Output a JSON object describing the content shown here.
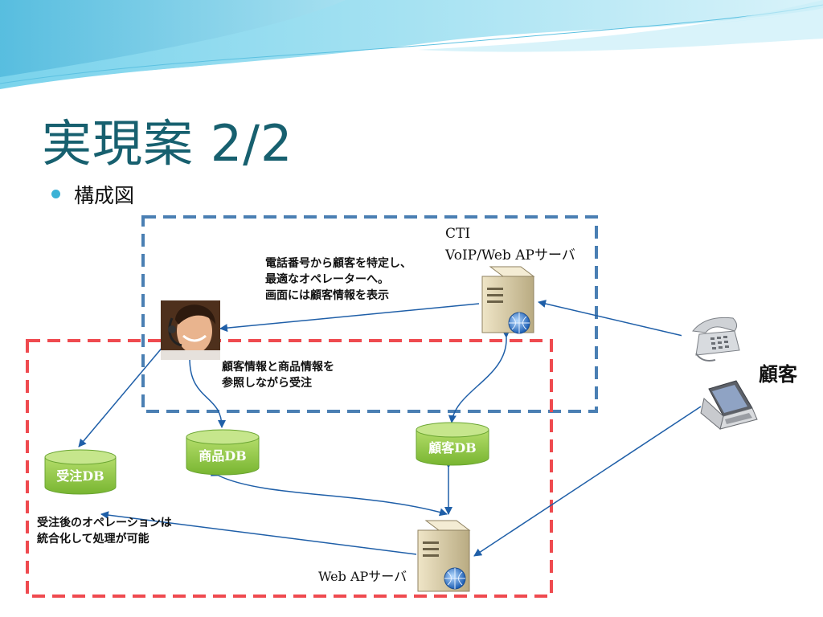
{
  "slide": {
    "title": "実現案 2/2",
    "bullet": "構成図"
  },
  "cti_server": {
    "label_line1": "CTI",
    "label_line2": "VoIP/Web APサーバ"
  },
  "web_ap_server": {
    "label": "Web APサーバ"
  },
  "notes": {
    "cti_routing": "電話番号から顧客を特定し、\n最適なオペレーターへ。\n画面には顧客情報を表示",
    "operator_reference": "顧客情報と商品情報を\n参照しながら受注",
    "post_order": "受注後のオペレーションは\n統合化して処理が可能"
  },
  "databases": {
    "order_db": "受注DB",
    "product_db": "商品DB",
    "customer_db": "顧客DB"
  },
  "customer_label": "顧客",
  "colors": {
    "title": "#17606f",
    "bullet": "#3bb2d6",
    "cti_zone_border": "#4a7fb3",
    "web_zone_border": "#ef4a4f",
    "db_fill": "#8cc63f",
    "arrow": "#1f5fa8"
  }
}
